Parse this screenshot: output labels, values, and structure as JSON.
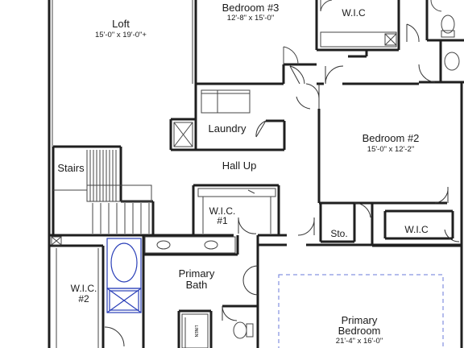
{
  "plan": {
    "rooms": {
      "loft": {
        "name": "Loft",
        "dims": "15'-0\" x 19'-0\"+"
      },
      "bedroom3": {
        "name": "Bedroom #3",
        "dims": "12'-8\" x 15'-0\""
      },
      "wic_top": {
        "name": "W.I.C"
      },
      "laundry": {
        "name": "Laundry"
      },
      "bedroom2": {
        "name": "Bedroom #2",
        "dims": "15'-0\" x 12'-2\""
      },
      "stairs": {
        "name": "Stairs"
      },
      "hall": {
        "name": "Hall Up"
      },
      "wic1": {
        "name": "W.I.C.",
        "num": "#1"
      },
      "sto": {
        "name": "Sto."
      },
      "wic_right": {
        "name": "W.I.C"
      },
      "wic2": {
        "name": "W.I.C.",
        "num": "#2"
      },
      "primary_bath": {
        "name": "Primary",
        "name2": "Bath"
      },
      "primary_bed": {
        "name": "Primary",
        "name2": "Bedroom",
        "dims": "21'-4\" x 16'-0\""
      },
      "linen": {
        "name": "LINEN"
      }
    },
    "colors": {
      "wall": "#1f1f1f",
      "fixture": "#555555",
      "accent": "#2a3fb8",
      "dash": "#6a7ad8"
    }
  }
}
